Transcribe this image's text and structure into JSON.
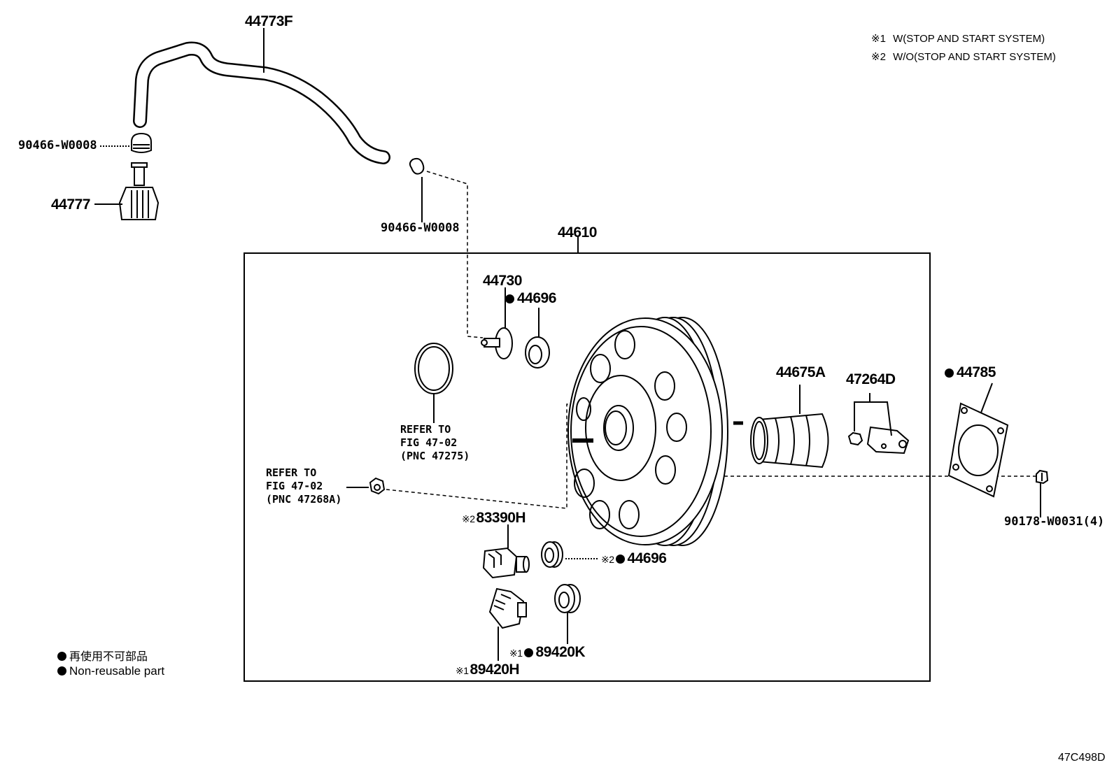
{
  "notes": {
    "n1_mark": "※1",
    "n1_text": "W(STOP AND START SYSTEM)",
    "n2_mark": "※2",
    "n2_text": "W/O(STOP AND START SYSTEM)"
  },
  "labels": {
    "p44773F": "44773F",
    "p90466a": "90466-W0008",
    "p44777": "44777",
    "p90466b": "90466-W0008",
    "p44610": "44610",
    "p44730": "44730",
    "p44696a": "44696",
    "p44675A": "44675A",
    "p47264D": "47264D",
    "p44785": "44785",
    "p90178": "90178-W0031(4)",
    "p83390H": "83390H",
    "p44696b": "44696",
    "p89420K": "89420K",
    "p89420H": "89420H",
    "mark1": "※1",
    "mark2": "※2"
  },
  "refs": {
    "r1": [
      "REFER TO",
      "FIG 47-02",
      "(PNC 47275)"
    ],
    "r2": [
      "REFER TO",
      "FIG 47-02",
      "(PNC 47268A)"
    ]
  },
  "legend": {
    "jp": "再使用不可部品",
    "en": "Non-reusable part"
  },
  "figure_code": "47C498D"
}
